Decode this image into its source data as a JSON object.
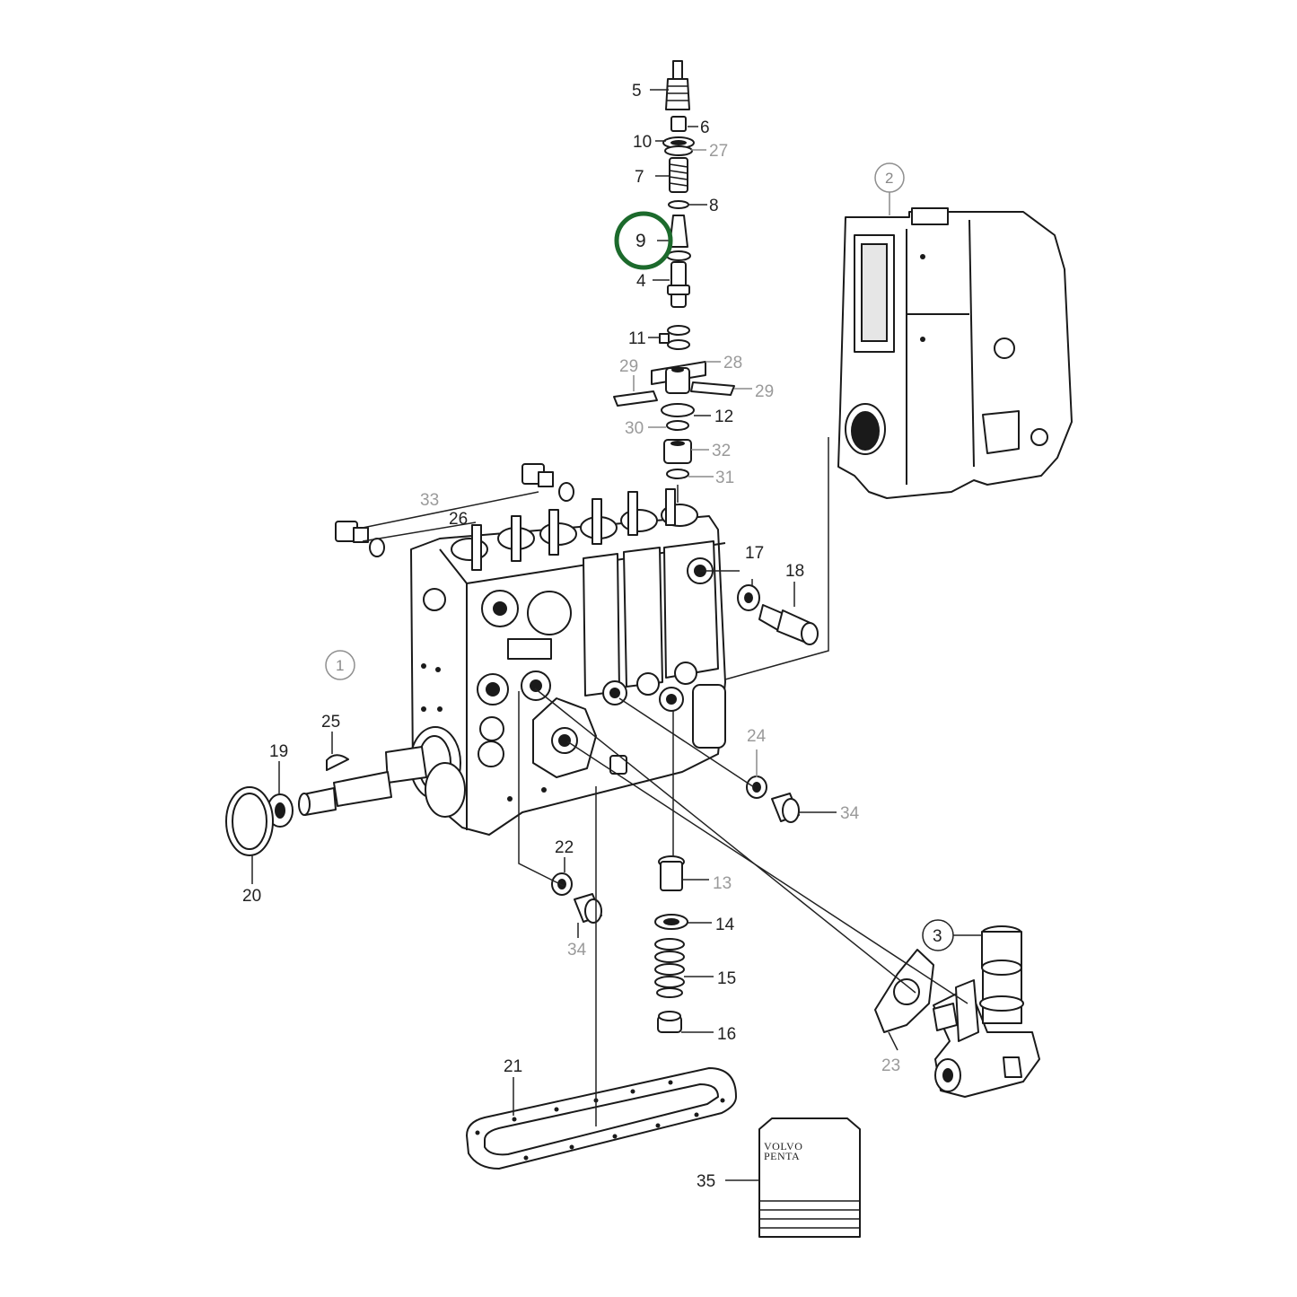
{
  "diagram": {
    "highlighted_part": "9",
    "labels": [
      {
        "id": "5",
        "text": "5"
      },
      {
        "id": "6",
        "text": "6"
      },
      {
        "id": "10",
        "text": "10"
      },
      {
        "id": "27",
        "text": "27"
      },
      {
        "id": "7",
        "text": "7"
      },
      {
        "id": "8",
        "text": "8"
      },
      {
        "id": "9",
        "text": "9"
      },
      {
        "id": "4",
        "text": "4"
      },
      {
        "id": "11",
        "text": "11"
      },
      {
        "id": "28",
        "text": "28"
      },
      {
        "id": "29a",
        "text": "29"
      },
      {
        "id": "29b",
        "text": "29"
      },
      {
        "id": "12",
        "text": "12"
      },
      {
        "id": "30",
        "text": "30"
      },
      {
        "id": "32",
        "text": "32"
      },
      {
        "id": "31",
        "text": "31"
      },
      {
        "id": "33",
        "text": "33"
      },
      {
        "id": "26",
        "text": "26"
      },
      {
        "id": "17",
        "text": "17"
      },
      {
        "id": "18",
        "text": "18"
      },
      {
        "id": "25",
        "text": "25"
      },
      {
        "id": "19",
        "text": "19"
      },
      {
        "id": "20",
        "text": "20"
      },
      {
        "id": "24",
        "text": "24"
      },
      {
        "id": "34a",
        "text": "34"
      },
      {
        "id": "22",
        "text": "22"
      },
      {
        "id": "34b",
        "text": "34"
      },
      {
        "id": "13",
        "text": "13"
      },
      {
        "id": "14",
        "text": "14"
      },
      {
        "id": "15",
        "text": "15"
      },
      {
        "id": "16",
        "text": "16"
      },
      {
        "id": "21",
        "text": "21"
      },
      {
        "id": "23",
        "text": "23"
      },
      {
        "id": "35",
        "text": "35"
      }
    ],
    "assemblies": [
      {
        "id": "1",
        "text": "1"
      },
      {
        "id": "2",
        "text": "2"
      },
      {
        "id": "3",
        "text": "3"
      }
    ],
    "manual_brand_line1": "VOLVO",
    "manual_brand_line2": "PENTA"
  }
}
